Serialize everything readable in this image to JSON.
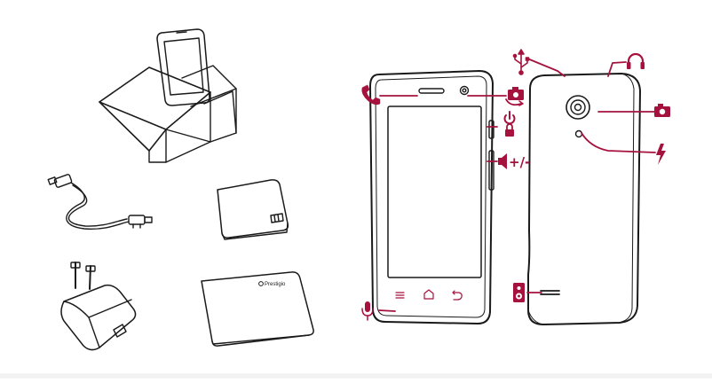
{
  "accent_color": "#a5123d",
  "line_color": "#1a1a1a",
  "package_contents": [
    {
      "icon": "phone-in-box"
    },
    {
      "icon": "usb-cable"
    },
    {
      "icon": "battery"
    },
    {
      "icon": "wall-charger"
    },
    {
      "icon": "quick-guide-booklet"
    }
  ],
  "booklet_brand": "Prestigio",
  "callouts": {
    "front": [
      {
        "icon": "phone-receiver-icon"
      },
      {
        "icon": "camera-switch-icon"
      },
      {
        "icon": "power-icon"
      },
      {
        "icon": "lock-icon"
      },
      {
        "icon": "speaker-volume-icon",
        "text": "+/-"
      },
      {
        "icon": "microphone-icon"
      }
    ],
    "back": [
      {
        "icon": "usb-icon"
      },
      {
        "icon": "headphones-icon"
      },
      {
        "icon": "camera-icon"
      },
      {
        "icon": "flash-icon"
      },
      {
        "icon": "loudspeaker-icon"
      }
    ]
  }
}
